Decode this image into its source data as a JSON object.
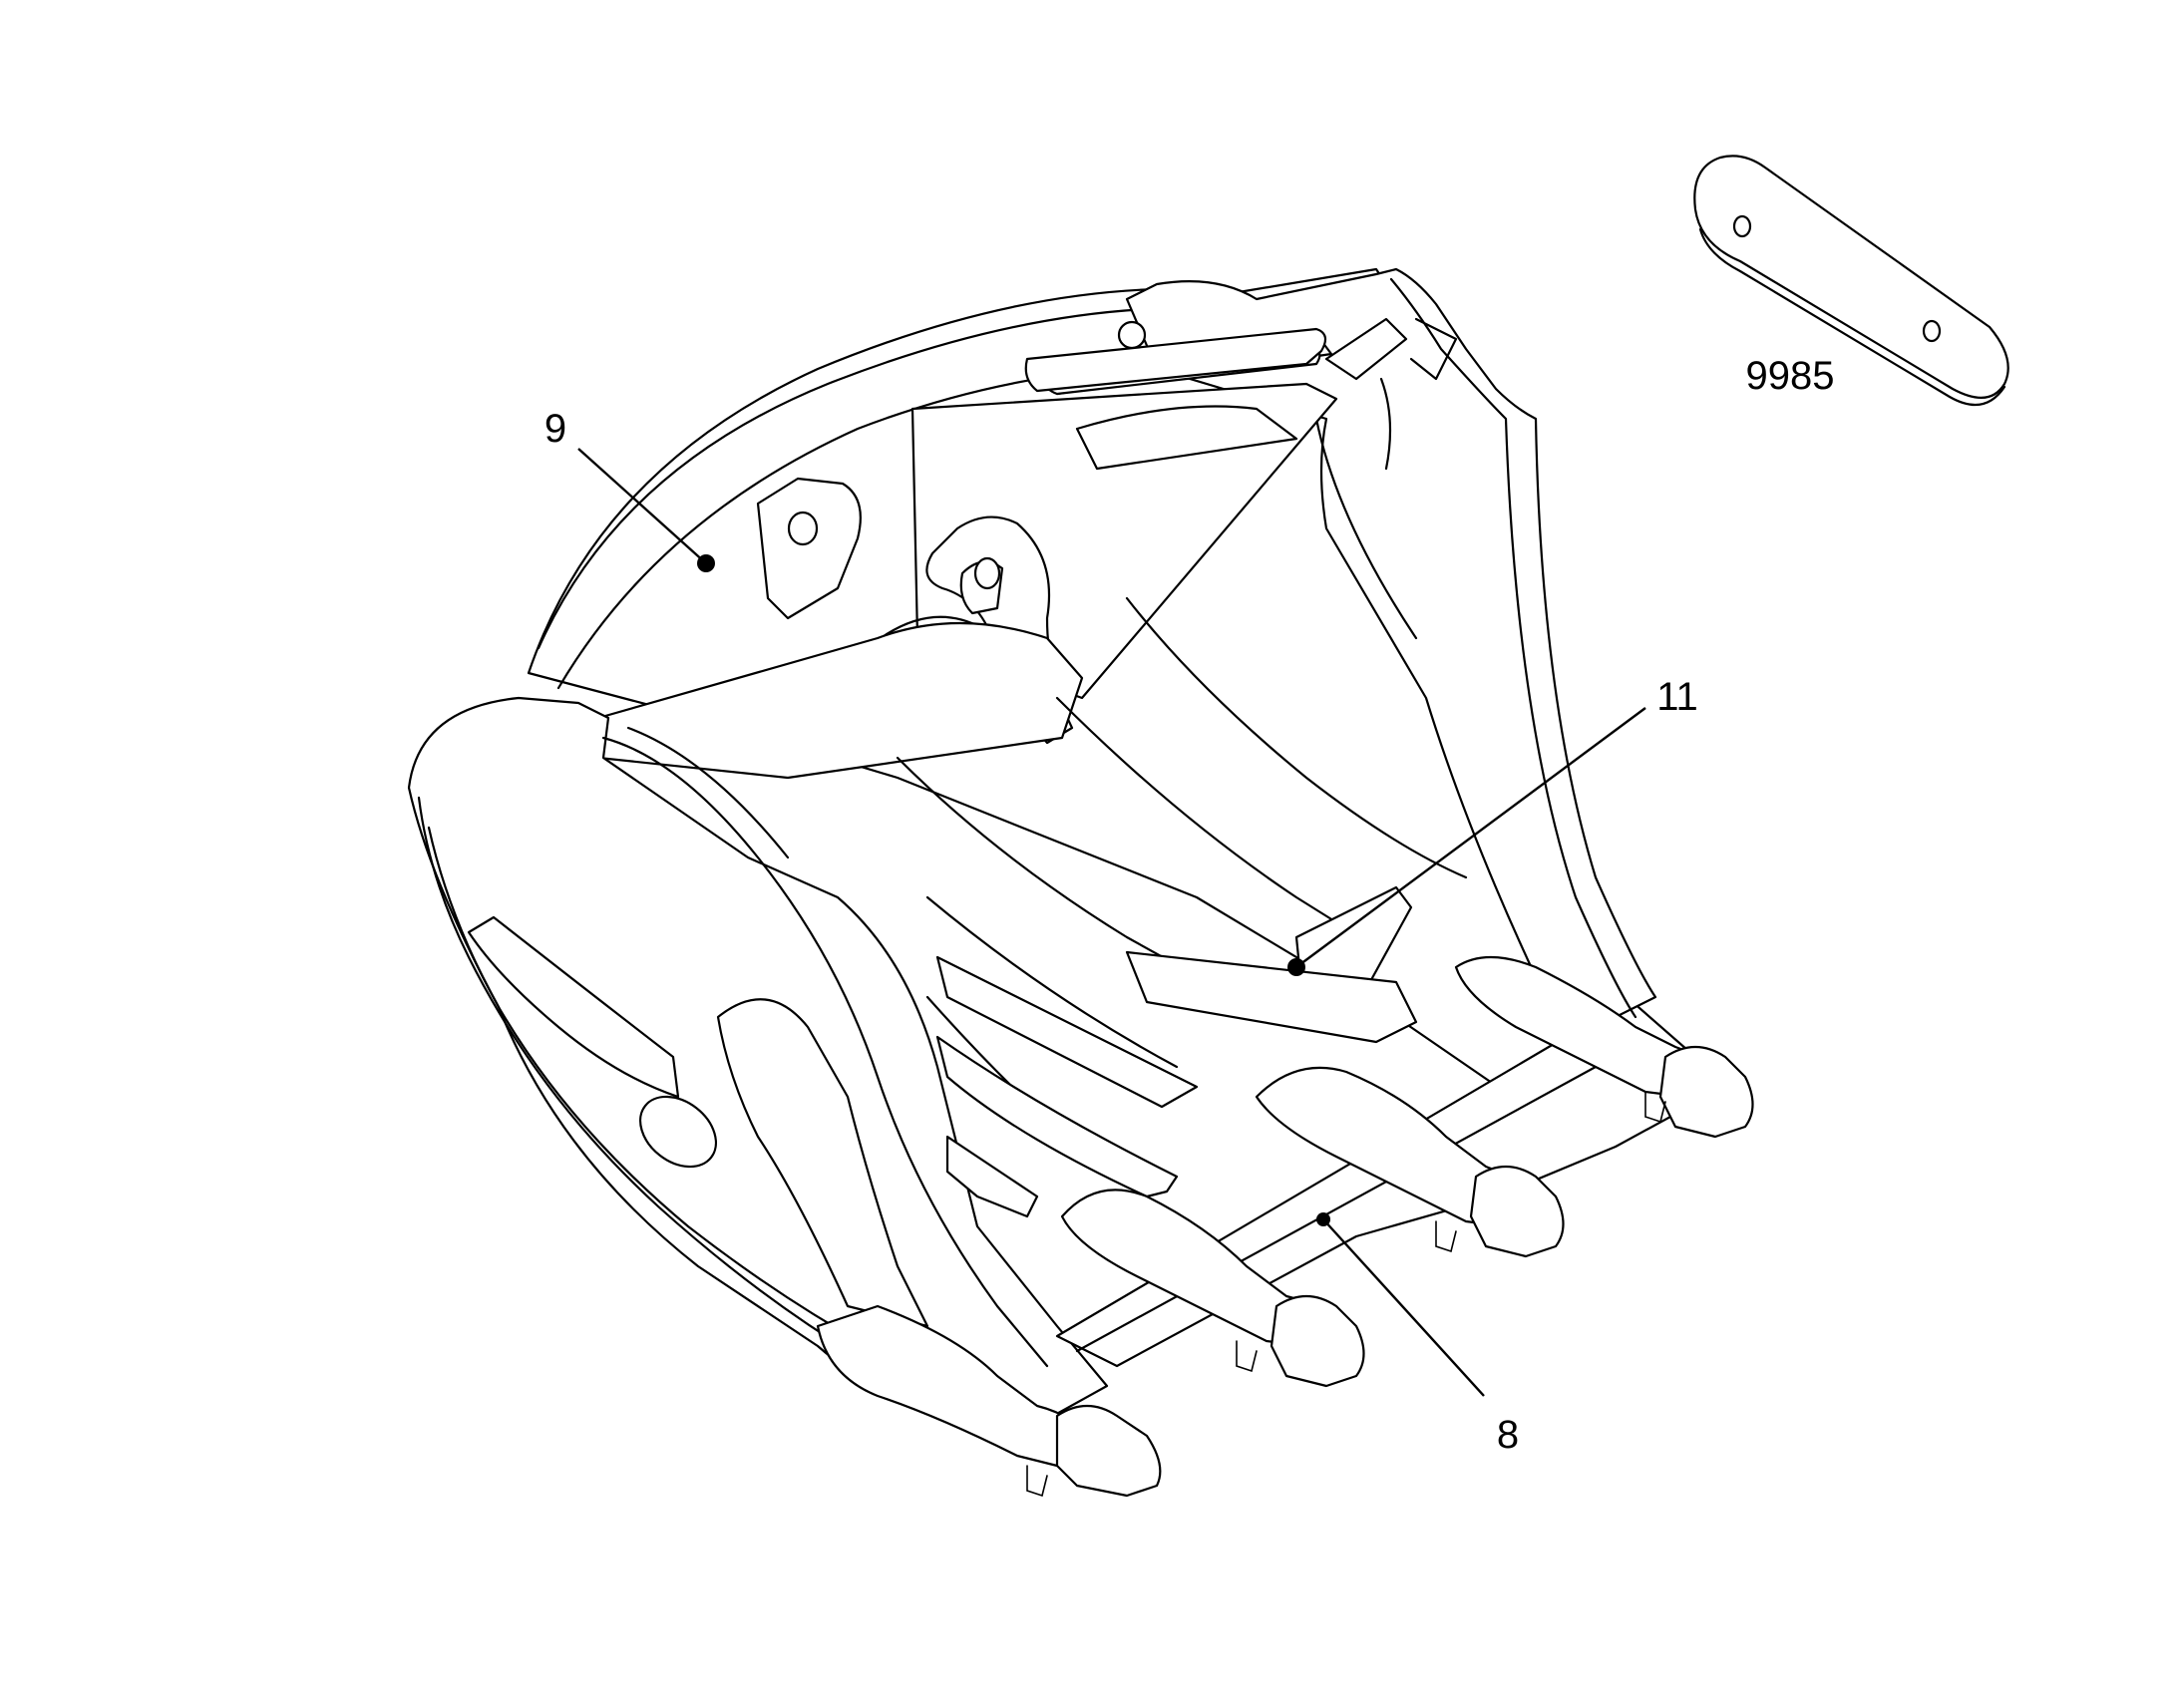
{
  "callouts": {
    "side_plate": "9",
    "wear_strip": "11",
    "cutting_edge": "8",
    "shim_plate": "9985"
  },
  "colors": {
    "line": "#000000",
    "background": "#ffffff"
  },
  "icons": [
    "excavator-bucket",
    "shim-plate"
  ]
}
